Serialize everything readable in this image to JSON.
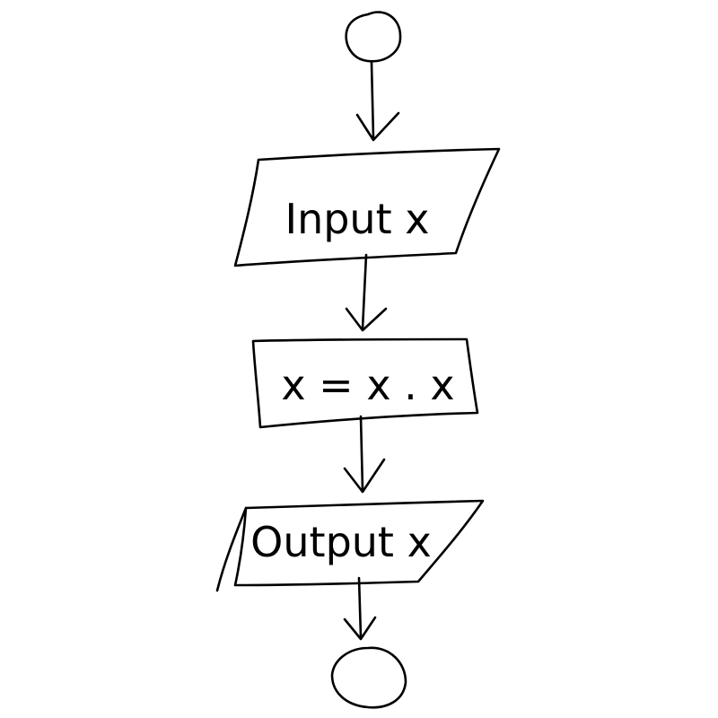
{
  "diagram": {
    "type": "flowchart",
    "colors": {
      "ink": "#000000",
      "background": "#ffffff"
    },
    "nodes": [
      {
        "id": "start",
        "shape": "terminal-circle",
        "label": ""
      },
      {
        "id": "input",
        "shape": "parallelogram",
        "label": "Input x"
      },
      {
        "id": "process",
        "shape": "rectangle",
        "label": "x = x . x"
      },
      {
        "id": "output",
        "shape": "parallelogram",
        "label": "Output x"
      },
      {
        "id": "end",
        "shape": "terminal-circle",
        "label": ""
      }
    ],
    "edges": [
      {
        "from": "start",
        "to": "input"
      },
      {
        "from": "input",
        "to": "process"
      },
      {
        "from": "process",
        "to": "output"
      },
      {
        "from": "output",
        "to": "end"
      }
    ]
  }
}
